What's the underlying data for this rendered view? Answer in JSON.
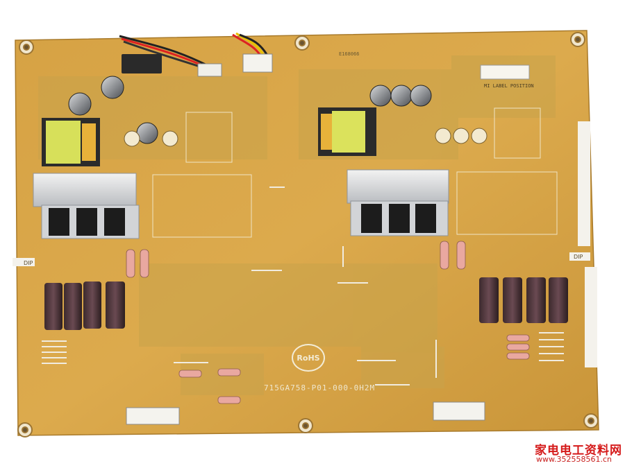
{
  "board": {
    "part_number": "715GA758-P01-000-0H2M",
    "rohs_mark": "RoHS",
    "cert_code": "E168066",
    "label_position": "MI LABEL POSITION",
    "dip_left": "DIP",
    "dip_right": "DIP"
  },
  "watermark": {
    "site_name": "家电电工资料网",
    "site_url": "www.352558561.cn"
  },
  "colors": {
    "board": "#d9a545",
    "board_dark": "#b8842f",
    "trace": "#b9a04a",
    "background": "#ffffff",
    "watermark_red": "#d51a1a"
  }
}
